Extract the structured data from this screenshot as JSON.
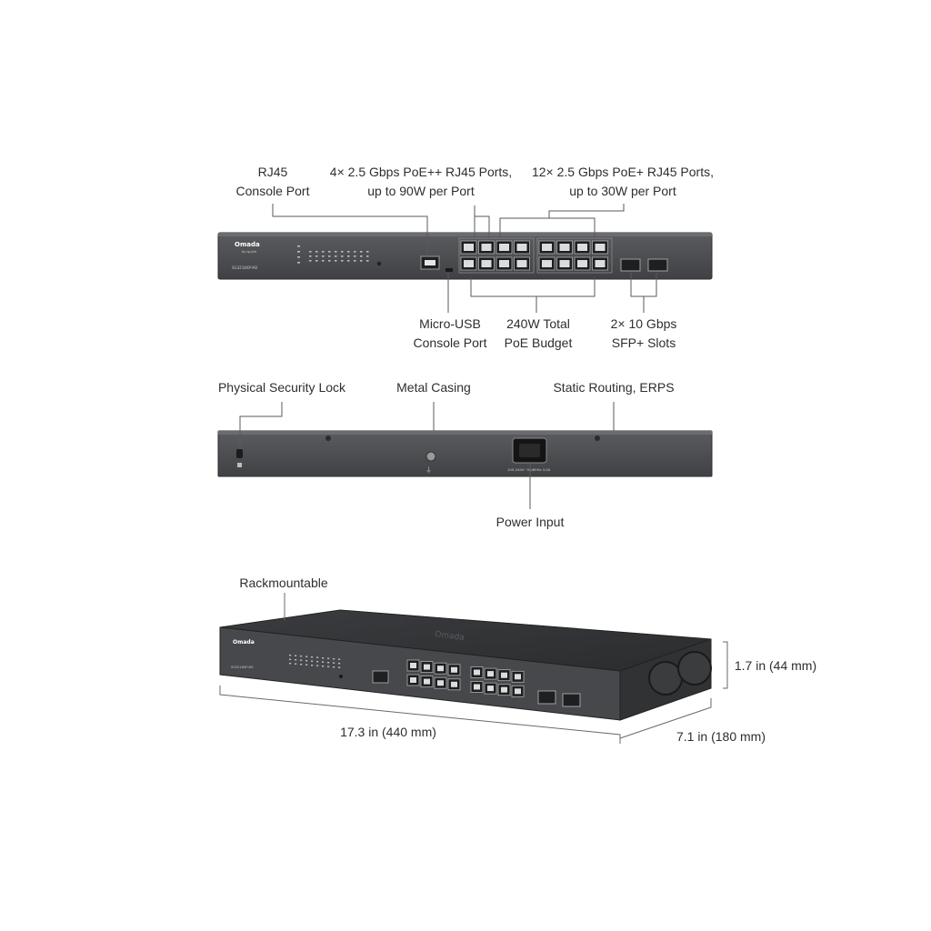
{
  "front_view": {
    "device_logo": "Omada",
    "device_logo_sub": "by tp-link",
    "model": "SG3218XP-M2",
    "callouts": {
      "rj45_console": [
        "RJ45",
        "Console Port"
      ],
      "poe_plus_plus": [
        "4× 2.5 Gbps PoE++ RJ45 Ports,",
        "up to 90W per Port"
      ],
      "poe_plus": [
        "12× 2.5 Gbps PoE+ RJ45 Ports,",
        "up to 30W per Port"
      ],
      "micro_usb": [
        "Micro-USB",
        "Console Port"
      ],
      "poe_budget": [
        "240W Total",
        "PoE Budget"
      ],
      "sfp_slots": [
        "2× 10 Gbps",
        "SFP+ Slots"
      ]
    }
  },
  "rear_view": {
    "callouts": {
      "security_lock": "Physical Security Lock",
      "metal_casing": "Metal Casing",
      "routing": "Static Routing, ERPS",
      "power_input": "Power Input"
    },
    "power_rating": "100-240V~50/60Hz 4.0A"
  },
  "angled_view": {
    "callouts": {
      "rackmountable": "Rackmountable",
      "height": "1.7 in (44 mm)",
      "width": "17.3 in (440 mm)",
      "depth": "7.1 in (180 mm)"
    },
    "top_logo": "Omada"
  },
  "colors": {
    "chassis": "#4a4c4f",
    "chassis_dark": "#2f3133",
    "line": "#5a5a5a",
    "text": "#2e2e2e"
  }
}
